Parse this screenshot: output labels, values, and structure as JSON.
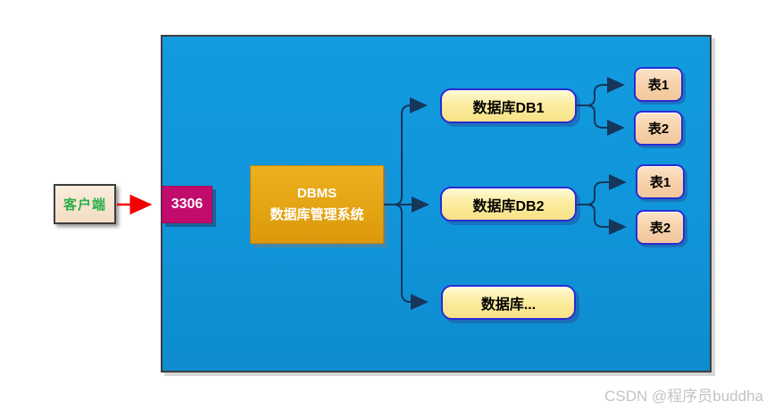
{
  "diagram": {
    "client": {
      "label": "客户端"
    },
    "port": {
      "label": "3306"
    },
    "dbms": {
      "title": "DBMS",
      "subtitle": "数据库管理系统"
    },
    "databases": [
      {
        "label": "数据库DB1",
        "tables": [
          {
            "label": "表1"
          },
          {
            "label": "表2"
          }
        ]
      },
      {
        "label": "数据库DB2",
        "tables": [
          {
            "label": "表1"
          },
          {
            "label": "表2"
          }
        ]
      },
      {
        "label": "数据库..."
      }
    ]
  },
  "watermark": "CSDN @程序员buddha",
  "colors": {
    "panel_blue": "#1095DA",
    "port_magenta": "#C10B6D",
    "dbms_orange": "#E3A312",
    "db_yellow": "#FBEC9F",
    "table_peach": "#F6D0A8",
    "client_text_green": "#2BAE4B",
    "node_border_blue": "#2B2BD0",
    "connector_navy": "#16365C",
    "arrow_red": "#F20000"
  }
}
